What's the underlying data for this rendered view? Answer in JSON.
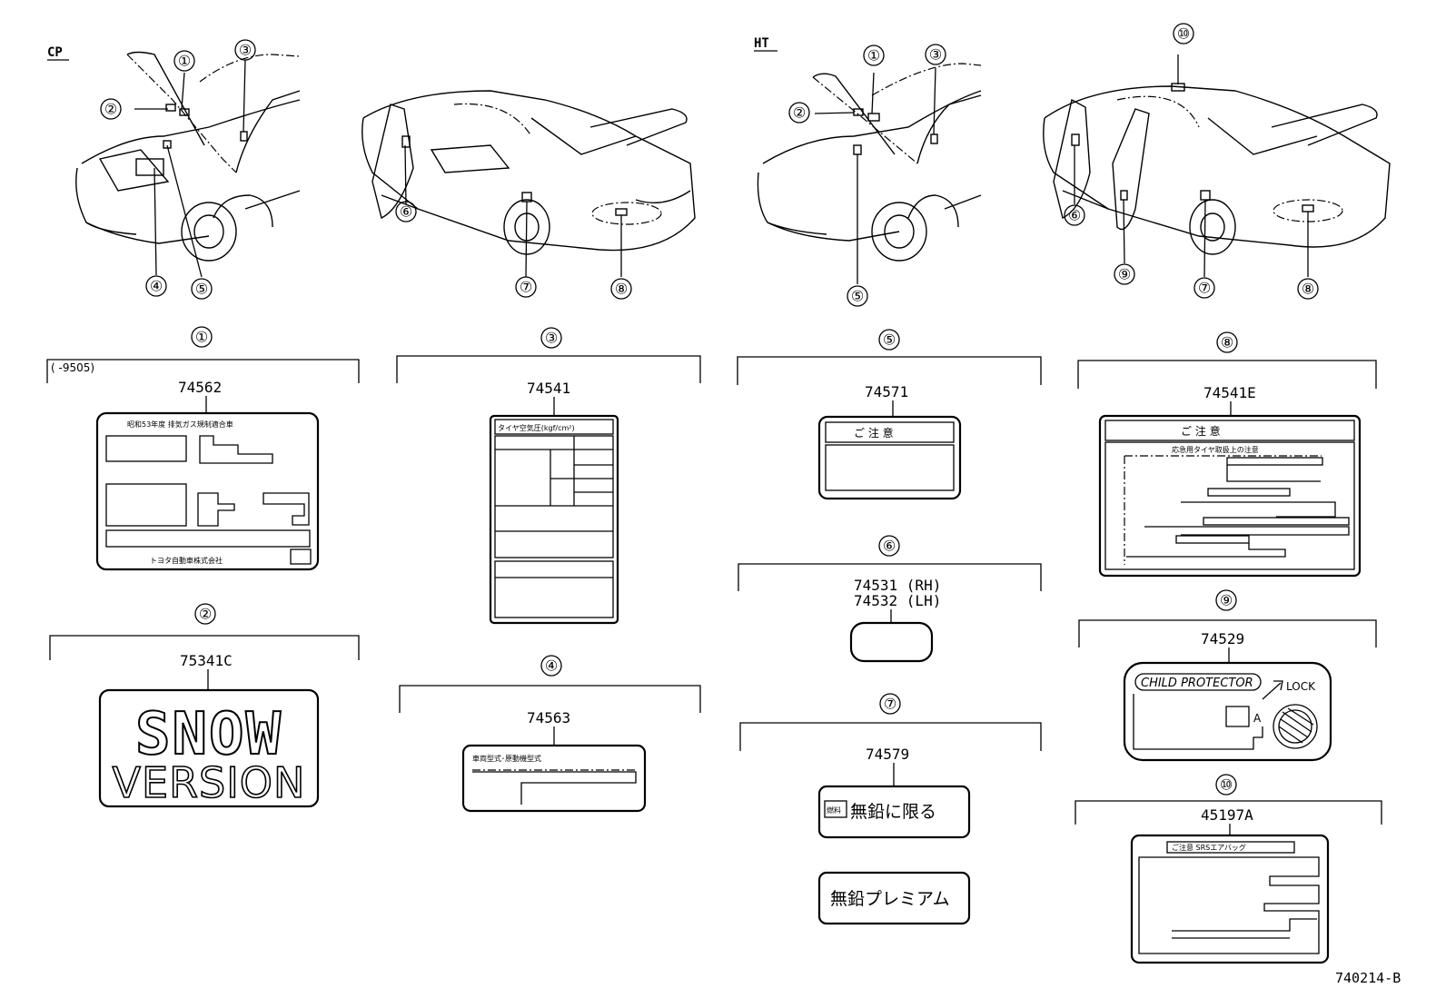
{
  "sections": {
    "cp": "CP",
    "ht": "HT"
  },
  "callouts": [
    "①",
    "②",
    "③",
    "④",
    "⑤",
    "⑥",
    "⑦",
    "⑧",
    "⑨",
    "⑩"
  ],
  "labels": {
    "l1": {
      "callout": "①",
      "range": "(       -9505)",
      "part": "74562",
      "maker": "トヨタ自動車株式会社"
    },
    "l2": {
      "callout": "②",
      "part": "75341C",
      "line1": "SNOW",
      "line2": "VERSION"
    },
    "l3": {
      "callout": "③",
      "part": "74541",
      "header": "タイヤ空気圧(kgf/cm²)"
    },
    "l4": {
      "callout": "④",
      "part": "74563"
    },
    "l5": {
      "callout": "⑤",
      "part": "74571",
      "header": "ご 注 意"
    },
    "l6": {
      "callout": "⑥",
      "part_rh": "74531 (RH)",
      "part_lh": "74532 (LH)"
    },
    "l7": {
      "callout": "⑦",
      "part": "74579",
      "text1": "無鉛に限る",
      "text2": "無鉛プレミアム"
    },
    "l8": {
      "callout": "⑧",
      "part": "74541E",
      "header": "ご 注 意",
      "subheader": "応急用タイヤ取扱上の注意"
    },
    "l9": {
      "callout": "⑨",
      "part": "74529",
      "title": "CHILD PROTECTOR",
      "lock": "LOCK",
      "letter": "A"
    },
    "l10": {
      "callout": "⑩",
      "part": "45197A",
      "header": "ご注意 SRSエアバッグ"
    }
  },
  "footer": {
    "code": "740214-B"
  }
}
